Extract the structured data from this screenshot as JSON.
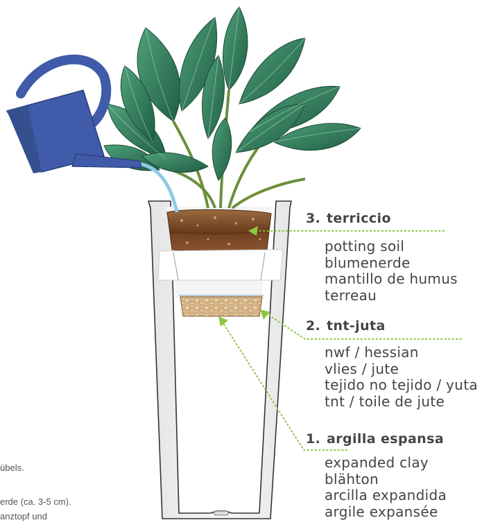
{
  "layers": [
    {
      "number": "3.",
      "title": "terriccio",
      "translations": [
        "potting soil",
        "blumenerde",
        "mantillo de humus",
        "terreau"
      ]
    },
    {
      "number": "2.",
      "title": "tnt-juta",
      "translations": [
        "nwf / hessian",
        "vlies / jute",
        "tejido no tejido / yuta",
        "tnt / toile de jute"
      ]
    },
    {
      "number": "1.",
      "title": "argilla espansa",
      "translations": [
        "expanded clay",
        "blähton",
        "arcilla expandida",
        "argile expansée"
      ]
    }
  ],
  "cut_text": [
    "übels.",
    "erde (ca. 3-5 cm).",
    "anztopf und"
  ],
  "colors": {
    "leader_line": "#8dc63f",
    "watering_can": "#3f5ba9",
    "water": "#8fcbe8",
    "soil": "#7a4a2a",
    "clay": "#d9b88a",
    "pot": "#f2f2f2",
    "leaf": "#2e7d5b"
  },
  "icons": [
    "watering-can-icon",
    "plant-icon",
    "planter-pot-icon"
  ]
}
